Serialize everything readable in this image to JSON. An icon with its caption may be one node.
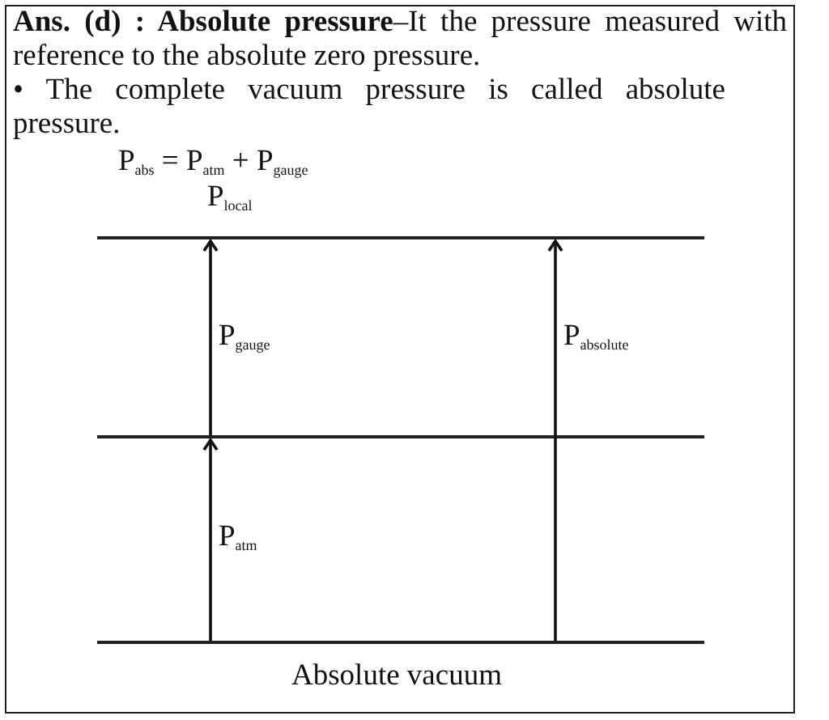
{
  "diagram": {
    "nodes": [
      {
        "text": [],
        "shape": "bar",
        "beside": [
          "P$_{local}$"
        ]
      },
      {
        "text": [],
        "shape": "bar"
      },
      {
        "text": [],
        "shape": "bar",
        "beside": [
          "Absolute vacuum"
        ]
      }
    ],
    "edges": [
      {
        "from": 2,
        "to": 1,
        "arrow": "to",
        "label": "P$_{atm}$"
      },
      {
        "from": 1,
        "to": 0,
        "arrow": "to",
        "label": "P$_{gauge}$"
      },
      {
        "from": 2,
        "to": 0,
        "arrow": "to",
        "label": "P$_{absolute}$"
      }
    ],
    "labels": [
      "**Ans. (d) : Absolute pressure**–It the pressure measured with reference to the absolute zero pressure.",
      "• The complete vacuum pressure is called absolute pressure.",
      "P$_{abs}$ = P$_{atm}$ + P$_{gauge}$"
    ]
  }
}
